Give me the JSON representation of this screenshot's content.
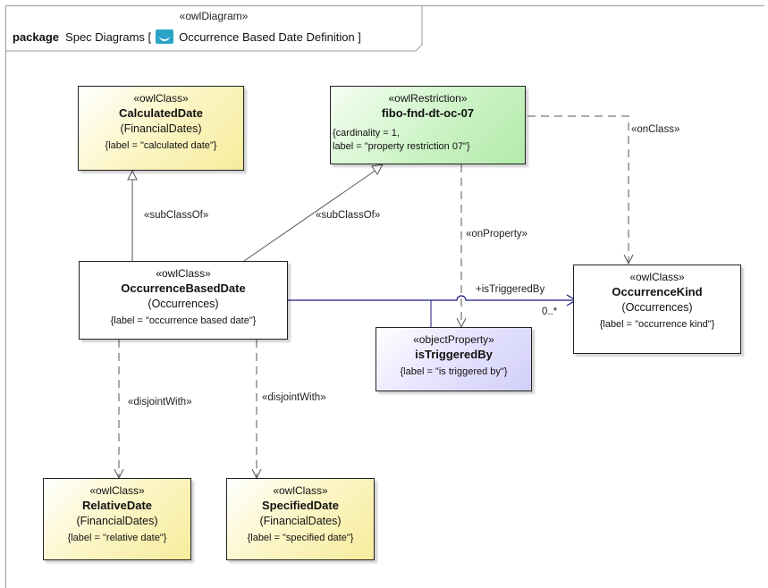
{
  "package": {
    "stereotype": "«owlDiagram»",
    "keyword": "package",
    "name_prefix": "Spec Diagrams [",
    "icon": "owl-diagram-icon",
    "diagram_name": "Occurrence Based Date Definition ]"
  },
  "classes": {
    "calculated_date": {
      "stereotype": "«owlClass»",
      "name": "CalculatedDate",
      "package": "(FinancialDates)",
      "tagged_value": "{label = \"calculated date\"}"
    },
    "restriction": {
      "stereotype": "«owlRestriction»",
      "name": "fibo-fnd-dt-oc-07",
      "tagged_value_1": "{cardinality = 1,",
      "tagged_value_2": "label = \"property restriction 07\"}"
    },
    "occurrence_based_date": {
      "stereotype": "«owlClass»",
      "name": "OccurrenceBasedDate",
      "package": "(Occurrences)",
      "tagged_value": "{label = \"occurrence based date\"}"
    },
    "occurrence_kind": {
      "stereotype": "«owlClass»",
      "name": "OccurrenceKind",
      "package": "(Occurrences)",
      "tagged_value": "{label = \"occurrence kind\"}"
    },
    "is_triggered_by": {
      "stereotype": "«objectProperty»",
      "name": "isTriggeredBy",
      "tagged_value": "{label = \"is triggered by\"}"
    },
    "relative_date": {
      "stereotype": "«owlClass»",
      "name": "RelativeDate",
      "package": "(FinancialDates)",
      "tagged_value": "{label = \"relative date\"}"
    },
    "specified_date": {
      "stereotype": "«owlClass»",
      "name": "SpecifiedDate",
      "package": "(FinancialDates)",
      "tagged_value": "{label = \"specified date\"}"
    }
  },
  "edges": {
    "subclass_1": "«subClassOf»",
    "subclass_2": "«subClassOf»",
    "on_class": "«onClass»",
    "on_property": "«onProperty»",
    "role": "+isTriggeredBy",
    "multiplicity": "0..*",
    "disjoint_1": "«disjointWith»",
    "disjoint_2": "«disjointWith»"
  },
  "colors": {
    "owl_class_fill": "#fcf6c8",
    "restriction_fill": "#c9f2c2",
    "object_property_fill": "#e2e0ff",
    "association_line": "#1a1a80",
    "line": "#555555"
  }
}
